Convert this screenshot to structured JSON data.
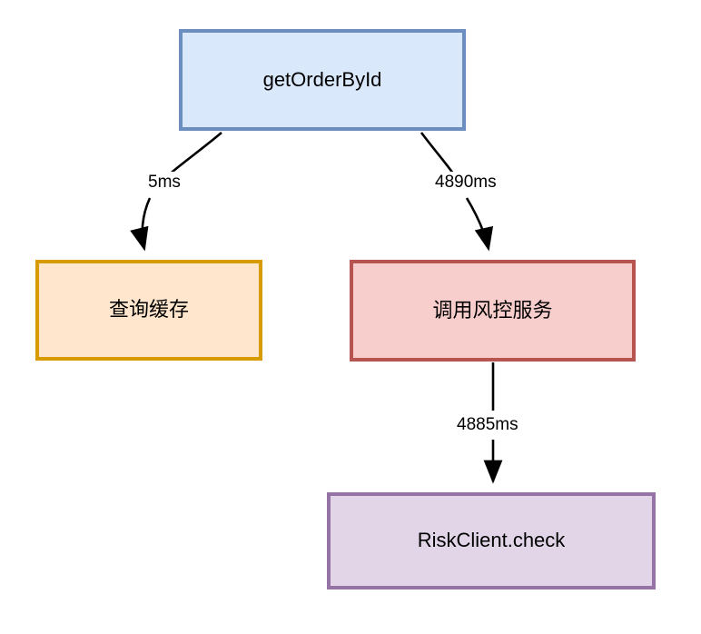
{
  "diagram": {
    "type": "flowchart",
    "background": "#ffffff",
    "nodes": [
      {
        "id": "get-order-by-id",
        "label": "getOrderById",
        "fill": "#dae8fc",
        "stroke": "#6c8ebf"
      },
      {
        "id": "query-cache",
        "label": "查询缓存",
        "fill": "#ffe6cc",
        "stroke": "#d79b00"
      },
      {
        "id": "call-risk-service",
        "label": "调用风控服务",
        "fill": "#f8cecc",
        "stroke": "#b85450"
      },
      {
        "id": "risk-client-check",
        "label": "RiskClient.check",
        "fill": "#e1d5e7",
        "stroke": "#9673a6"
      }
    ],
    "edges": [
      {
        "id": "edge-cache",
        "from": "get-order-by-id",
        "to": "query-cache",
        "label": "5ms",
        "stroke": "#000000"
      },
      {
        "id": "edge-risk",
        "from": "get-order-by-id",
        "to": "call-risk-service",
        "label": "4890ms",
        "stroke": "#000000"
      },
      {
        "id": "edge-riskclient",
        "from": "call-risk-service",
        "to": "risk-client-check",
        "label": "4885ms",
        "stroke": "#000000"
      }
    ]
  }
}
